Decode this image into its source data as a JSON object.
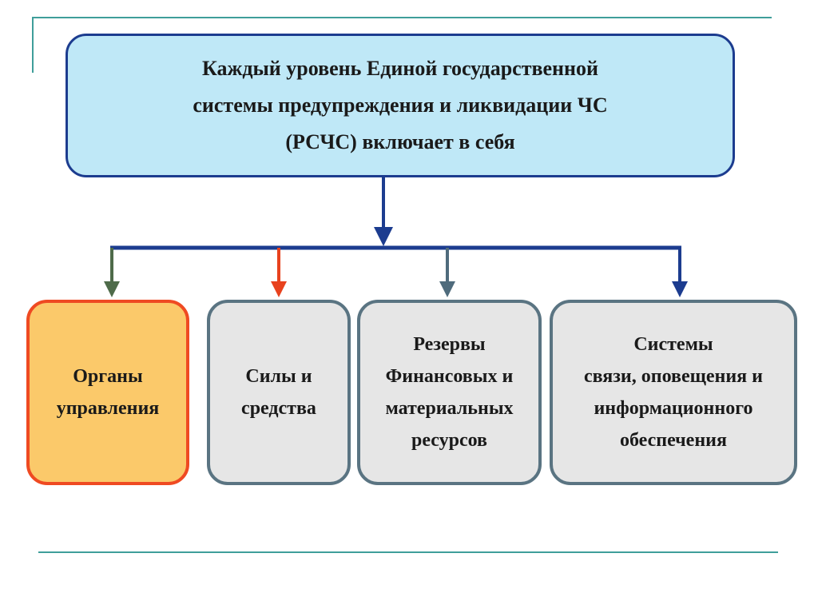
{
  "header": {
    "text": "Каждый уровень Единой   государственной\nсистемы предупреждения  и ликвидации   ЧС\n(РСЧС) включает в себя"
  },
  "children": [
    {
      "text": "Органы\nуправления",
      "arrow_color": "#4e6b4a"
    },
    {
      "text": "Силы  и\nсредства",
      "arrow_color": "#e8421e"
    },
    {
      "text": "Резервы\nФинансовых и\nматериальных\nресурсов",
      "arrow_color": "#4f6b7c"
    },
    {
      "text": "Системы\nсвязи, оповещения  и\nинформационного\nобеспечения",
      "arrow_color": "#1c3c8f"
    }
  ],
  "colors": {
    "main_connector": "#1c3c8f",
    "rules": "#3f9e9a"
  }
}
